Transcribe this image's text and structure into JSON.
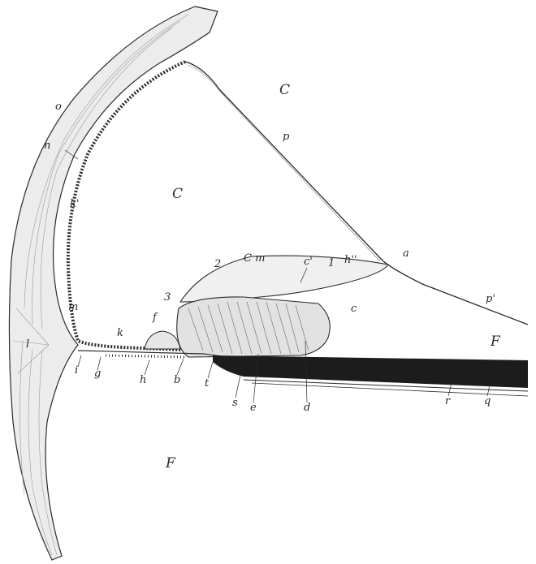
{
  "figure": {
    "labels": {
      "o": "o",
      "n": "n",
      "k_prime": "k'",
      "m": "m",
      "l": "l",
      "i": "i",
      "g": "g",
      "h": "h",
      "k": "k",
      "f": "f",
      "three": "3",
      "two": "2",
      "b": "b",
      "t": "t",
      "s": "s",
      "e": "e",
      "d": "d",
      "c_prime": "c'",
      "C_m": "C m",
      "one": "1",
      "h_dprime": "h''",
      "a": "a",
      "c": "c",
      "p": "p",
      "p_prime": "p'",
      "r": "r",
      "q": "q",
      "C_upper": "C",
      "C_center": "C",
      "F_right": "F",
      "F_bottom": "F"
    },
    "colors": {
      "ink": "#2a2a2a",
      "tissue_fill": "#ececec",
      "nerve_dark": "#1c1c1c",
      "paper": "#ffffff"
    }
  }
}
